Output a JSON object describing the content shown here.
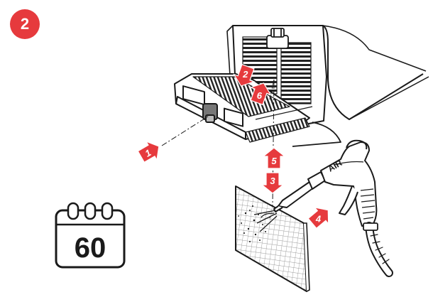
{
  "step": {
    "number": "2"
  },
  "calendar": {
    "days": "60"
  },
  "air_gun": {
    "label": "AIR"
  },
  "callouts": [
    {
      "id": "c1",
      "number": "1"
    },
    {
      "id": "c2",
      "number": "2"
    },
    {
      "id": "c3",
      "number": "3"
    },
    {
      "id": "c4",
      "number": "4"
    },
    {
      "id": "c5",
      "number": "5"
    },
    {
      "id": "c6",
      "number": "6"
    }
  ],
  "colors": {
    "accent": "#e63a3d",
    "line": "#1a1a1a",
    "paper": "#ffffff"
  }
}
